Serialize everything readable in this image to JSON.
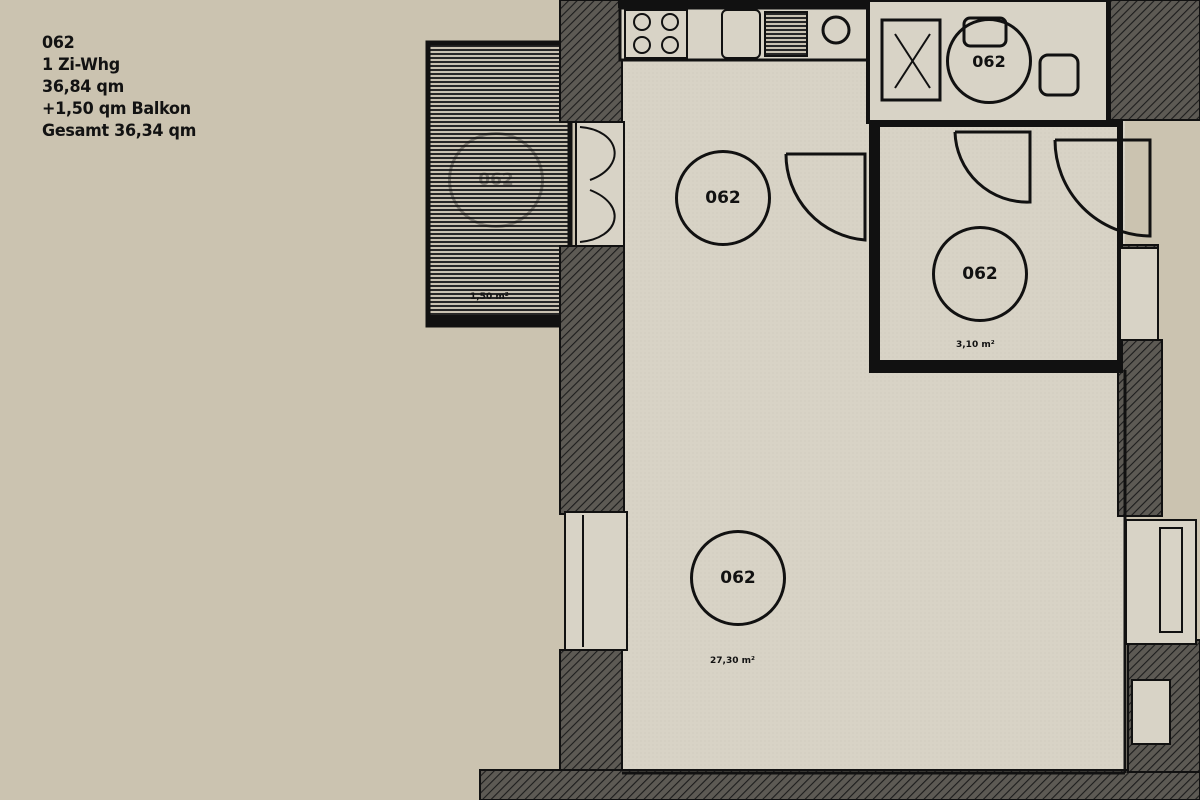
{
  "legend": {
    "unit_id": "062",
    "type": "1 Zi-Whg",
    "area": "36,84 qm",
    "balcony": "+1,50 qm Balkon",
    "total": "Gesamt 36,34 qm"
  },
  "plan": {
    "room_tags": {
      "main_room": "062",
      "hall": "062",
      "corridor": "062",
      "bathroom": "062",
      "balcony": "062"
    },
    "areas": {
      "main_room": "27,30 m²",
      "corridor": "3,10 m²",
      "balcony": "1,50 m²"
    }
  },
  "colors": {
    "paper": "#cbc3b0",
    "ink": "#111111",
    "floor": "#d9d4c6",
    "wall": "#2b2b2b"
  }
}
